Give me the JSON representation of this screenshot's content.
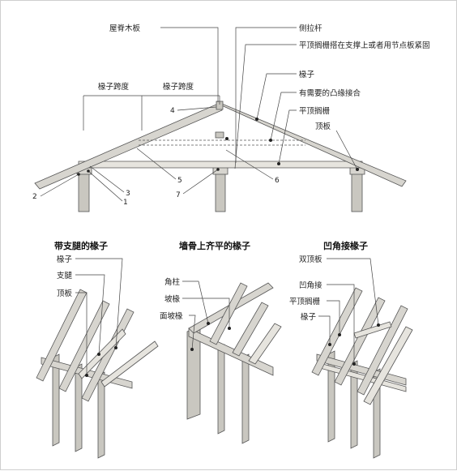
{
  "top": {
    "span_left": "椽子跨度",
    "span_right": "椽子跨度",
    "labels": {
      "ridge_board": "屋脊木板",
      "collar_tie": "侧拉杆",
      "ceiling_joist_note": "平顶搁栅搭在支撑上或者用节点板紧固",
      "rafter": "椽子",
      "birdsmouth": "有需要的凸缘接合",
      "ceiling_joist": "平顶搁栅",
      "top_plate": "顶板"
    },
    "numbers": [
      "1",
      "2",
      "3",
      "4",
      "5",
      "6",
      "7"
    ]
  },
  "panels": [
    {
      "title": "带支腿的椽子",
      "labels": [
        "椽子",
        "支腿",
        "顶板"
      ]
    },
    {
      "title": "墙骨上齐平的椽子",
      "labels": [
        "角柱",
        "坡椽",
        "面坡椽"
      ]
    },
    {
      "title": "凹角接椽子",
      "labels": [
        "双顶板",
        "凹角接",
        "平顶搁栅",
        "椽子"
      ]
    }
  ]
}
